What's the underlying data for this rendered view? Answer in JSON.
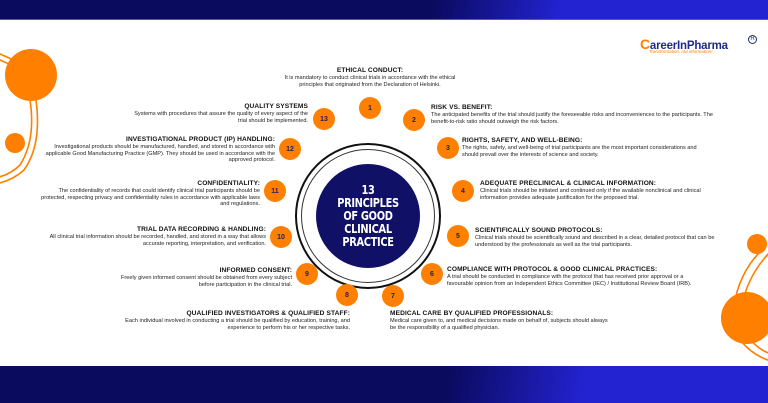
{
  "brand": {
    "name_prefix": "C",
    "name_rest": "areerInPharma",
    "tagline": "Transformation, not information!",
    "registered": "R",
    "accent_color": "#ff7f00",
    "navy_color": "#0f1066"
  },
  "center": {
    "title": "13 PRINCIPLES OF GOOD CLINICAL PRACTICE"
  },
  "principles": [
    {
      "number": "1",
      "title": "ETHICAL CONDUCT:",
      "text": "It is mandatory to conduct clinical trials in accordance with the ethical principles that originated from the Declaration of Helsinki."
    },
    {
      "number": "2",
      "title": "RISK VS. BENEFIT:",
      "text": "The anticipated benefits of the trial should justify the foreseeable risks and inconveniences to the participants. The benefit-to-risk ratio should outweigh the risk factors."
    },
    {
      "number": "3",
      "title": "RIGHTS, SAFETY, AND WELL-BEING:",
      "text": "The rights, safety, and well-being of trial participants are the most important considerations and should prevail over the interests of science and society."
    },
    {
      "number": "4",
      "title": "ADEQUATE PRECLINICAL & CLINICAL INFORMATION:",
      "text": "Clinical trials should be initiated and continued only if the available nonclinical and clinical information provides adequate justification for the proposed trial."
    },
    {
      "number": "5",
      "title": "SCIENTIFICALLY SOUND PROTOCOLS:",
      "text": "Clinical trials should be scientifically sound and described in a clear, detailed protocol that can be understood by the professionals as well as the trial participants."
    },
    {
      "number": "6",
      "title": "COMPLIANCE WITH PROTOCOL & GOOD CLINICAL PRACTICES:",
      "text": "A trial should be conducted in compliance with the protocol that has received prior approval or a favourable opinion from an Independent Ethics Committee (IEC) / Institutional Review Board (IRB)."
    },
    {
      "number": "7",
      "title": "MEDICAL CARE BY QUALIFIED PROFESSIONALS:",
      "text": "Medical care given to, and medical decisions made on behalf of, subjects should always be the responsibility of a qualified physician."
    },
    {
      "number": "8",
      "title": "QUALIFIED INVESTIGATORS & QUALIFIED STAFF:",
      "text": "Each individual involved in conducting a trial should be qualified by education, training, and experience to perform his or her respective tasks."
    },
    {
      "number": "9",
      "title": "INFORMED CONSENT:",
      "text": "Freely given informed consent should be obtained from every subject before participation in the clinical trial."
    },
    {
      "number": "10",
      "title": "TRIAL DATA RECORDING & HANDLING:",
      "text": "All clinical trial information should be recorded, handled, and stored in a way that allows accurate reporting, interpretation, and verification."
    },
    {
      "number": "11",
      "title": "CONFIDENTIALITY:",
      "text": "The confidentiality of records that could identify clinical trial participants should be protected, respecting privacy and confidentiality rules in accordance with applicable laws and regulations."
    },
    {
      "number": "12",
      "title": "INVESTIGATIONAL PRODUCT (IP) HANDLING:",
      "text": "Investigational products should be manufactured, handled, and stored in accordance with applicable Good Manufacturing Practice (GMP). They should be used in accordance with the approved protocol."
    },
    {
      "number": "13",
      "title": "QUALITY SYSTEMS",
      "text": "Systems with procedures that assure the quality of every aspect of the trial should be implemented."
    }
  ]
}
